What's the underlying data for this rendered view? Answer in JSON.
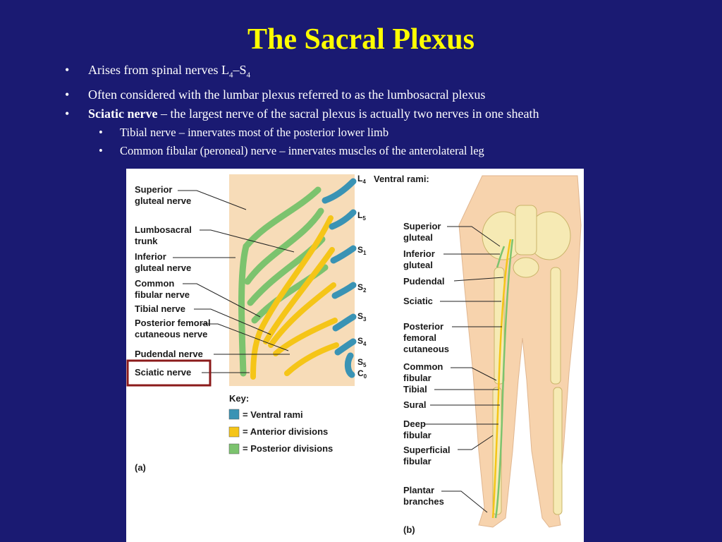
{
  "slide": {
    "title": "The Sacral Plexus",
    "bullets": [
      {
        "pre": "Arises from spinal nerves L",
        "s1": "4",
        "mid": "–S",
        "s2": "4"
      },
      {
        "text": "Often considered with the lumbar plexus referred to as the lumbosacral plexus"
      },
      {
        "bold": "Sciatic nerve",
        "rest": " – the largest nerve of the sacral plexus is actually two nerves in one sheath"
      }
    ],
    "subbullets": [
      "Tibial nerve – innervates most of the posterior lower limb",
      "Common fibular (peroneal) nerve – innervates muscles of the anterolateral leg"
    ],
    "bullet_glyph": "•"
  },
  "figure_a": {
    "labels": {
      "superior_gluteal": [
        "Superior",
        "gluteal nerve"
      ],
      "lumbosacral_trunk": [
        "Lumbosacral",
        "trunk"
      ],
      "inferior_gluteal": [
        "Inferior",
        "gluteal nerve"
      ],
      "common_fibular": [
        "Common",
        "fibular nerve"
      ],
      "tibial": [
        "Tibial nerve"
      ],
      "posterior_femoral": [
        "Posterior femoral",
        "cutaneous nerve"
      ],
      "pudendal": [
        "Pudendal nerve"
      ],
      "sciatic": [
        "Sciatic nerve"
      ]
    },
    "spinal_levels": [
      {
        "L": "L",
        "s": "4"
      },
      {
        "L": "L",
        "s": "5"
      },
      {
        "L": "S",
        "s": "1"
      },
      {
        "L": "S",
        "s": "2"
      },
      {
        "L": "S",
        "s": "3"
      },
      {
        "L": "S",
        "s": "4"
      },
      {
        "L": "S",
        "s": "5"
      },
      {
        "L": "C",
        "s": "0"
      }
    ],
    "key_title": "Key:",
    "key": [
      {
        "label": "= Ventral rami",
        "color": "#3a93b4"
      },
      {
        "label": "= Anterior divisions",
        "color": "#f5c518"
      },
      {
        "label": "= Posterior divisions",
        "color": "#7cc36e"
      }
    ],
    "panel": "(a)"
  },
  "figure_b": {
    "heading": "Ventral rami:",
    "labels": {
      "superior_gluteal": [
        "Superior",
        "gluteal"
      ],
      "inferior_gluteal": [
        "Inferior",
        "gluteal"
      ],
      "pudendal": [
        "Pudendal"
      ],
      "sciatic": [
        "Sciatic"
      ],
      "posterior_femoral": [
        "Posterior",
        "femoral",
        "cutaneous"
      ],
      "common_fibular": [
        "Common",
        "fibular"
      ],
      "tibial": [
        "Tibial"
      ],
      "sural": [
        "Sural"
      ],
      "deep_fibular": [
        "Deep",
        "fibular"
      ],
      "superficial_fibular": [
        "Superficial",
        "fibular"
      ],
      "plantar": [
        "Plantar",
        "branches"
      ]
    },
    "panel": "(b)"
  },
  "colors": {
    "background": "#1a1a72",
    "title": "#ffff00",
    "ventral": "#3a93b4",
    "anterior": "#f5c518",
    "posterior": "#7cc36e",
    "highlight_box": "#8b1a1a"
  }
}
